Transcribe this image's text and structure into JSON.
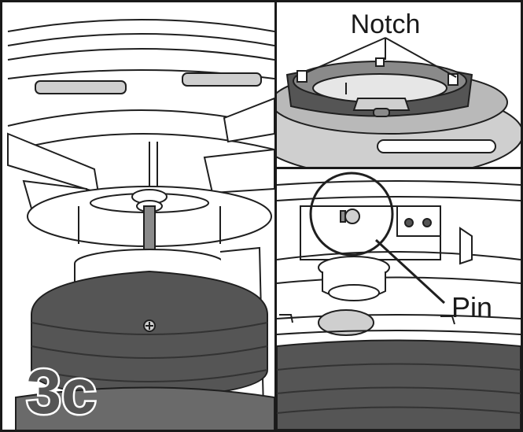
{
  "step_label": "3c",
  "callouts": {
    "notch": "Notch",
    "pin": "Pin"
  },
  "colors": {
    "outline": "#1f1f1f",
    "dark_fill": "#555555",
    "mid_fill": "#8a8a8a",
    "light_fill": "#cfcfcf",
    "panel_bg": "#ffffff"
  }
}
